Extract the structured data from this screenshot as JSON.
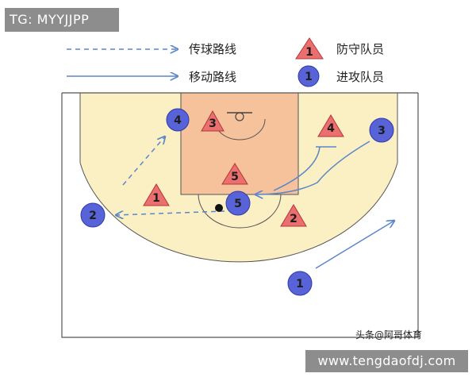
{
  "watermark_tag": "TG: MYYJJPP",
  "legend": {
    "pass_route": "传球路线",
    "move_route": "移动路线",
    "defender": "防守队员",
    "attacker": "进攻队员",
    "defender_sample": "1",
    "attacker_sample": "1"
  },
  "colors": {
    "court_area": "#fbefc4",
    "paint": "#f5c29c",
    "defender": "#ec6f6f",
    "attacker": "#5863d8",
    "route": "#5b86c9"
  },
  "defenders": [
    {
      "label": "3"
    },
    {
      "label": "4"
    },
    {
      "label": "5"
    },
    {
      "label": "1"
    },
    {
      "label": "2"
    }
  ],
  "attackers": [
    {
      "label": "4"
    },
    {
      "label": "3"
    },
    {
      "label": "5"
    },
    {
      "label": "2"
    },
    {
      "label": "1"
    }
  ],
  "credit": "头条@阿哥体育",
  "site_url": "www.tengdaofdj.com"
}
